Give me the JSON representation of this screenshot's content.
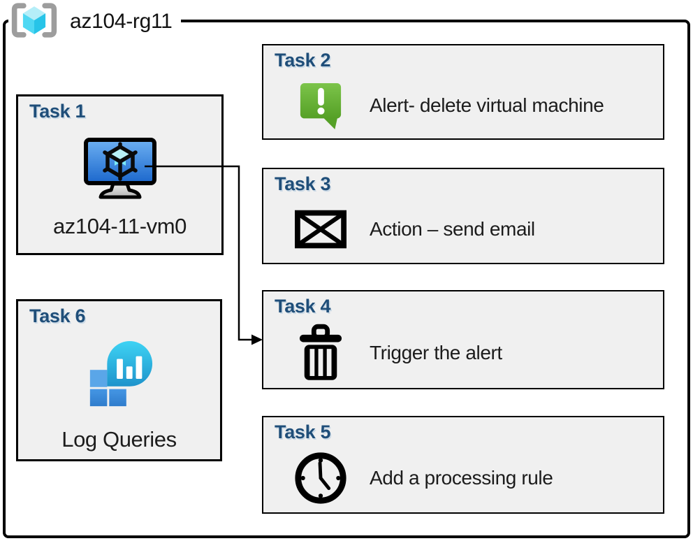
{
  "frame": {
    "label": "az104-rg11",
    "icon": "resource-group-icon"
  },
  "tasks": [
    {
      "title": "Task 1",
      "label": "az104-11-vm0",
      "icon": "virtual-machine-icon"
    },
    {
      "title": "Task 2",
      "label": "Alert- delete virtual machine",
      "icon": "alert-icon"
    },
    {
      "title": "Task 3",
      "label": "Action – send email",
      "icon": "email-icon"
    },
    {
      "title": "Task 4",
      "label": "Trigger the alert",
      "icon": "trash-icon"
    },
    {
      "title": "Task 5",
      "label": "Add a processing rule",
      "icon": "clock-icon"
    },
    {
      "title": "Task 6",
      "label": "Log Queries",
      "icon": "log-queries-icon"
    }
  ],
  "connector": {
    "from": "Task 1",
    "to": "Task 4"
  },
  "colors": {
    "task_title_blue": "#1f4e79",
    "box_background": "#f0f0f0",
    "border_black": "#000000",
    "alert_green_top": "#7cc44a",
    "alert_green_bottom": "#55a026",
    "vm_screen_blue_top": "#6db0f2",
    "vm_screen_blue_bottom": "#1b67cc",
    "log_bubble_teal_top": "#3ed3f4",
    "log_bubble_teal_bottom": "#1e93cb",
    "log_square_blue": "#5aa6e8",
    "rg_cube_cyan": "#4fd8f3",
    "rg_bracket_gray": "#9d9d9d"
  }
}
